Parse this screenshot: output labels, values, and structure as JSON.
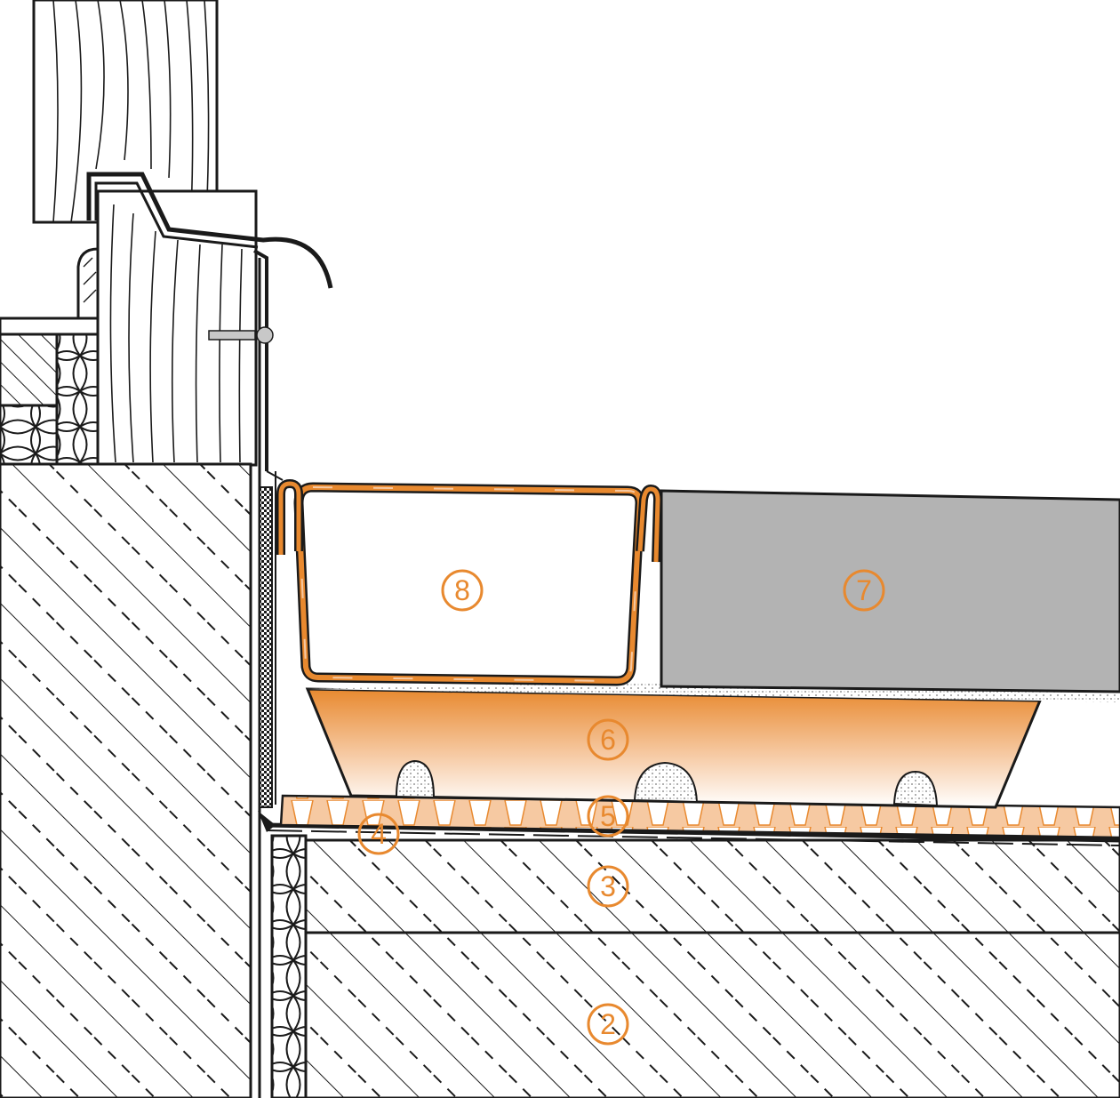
{
  "colors": {
    "outline": "#1a1a1a",
    "accent": "#e8892f",
    "accent_light": "#f6c9a2",
    "tile_grey": "#b3b3b3",
    "insulation_fill": "#ffffff",
    "bedding_dots": "#777777"
  },
  "callouts": [
    {
      "id": "2",
      "label": "2"
    },
    {
      "id": "3",
      "label": "3"
    },
    {
      "id": "4",
      "label": "4"
    },
    {
      "id": "5",
      "label": "5"
    },
    {
      "id": "6",
      "label": "6"
    },
    {
      "id": "7",
      "label": "7"
    },
    {
      "id": "8",
      "label": "8"
    }
  ]
}
